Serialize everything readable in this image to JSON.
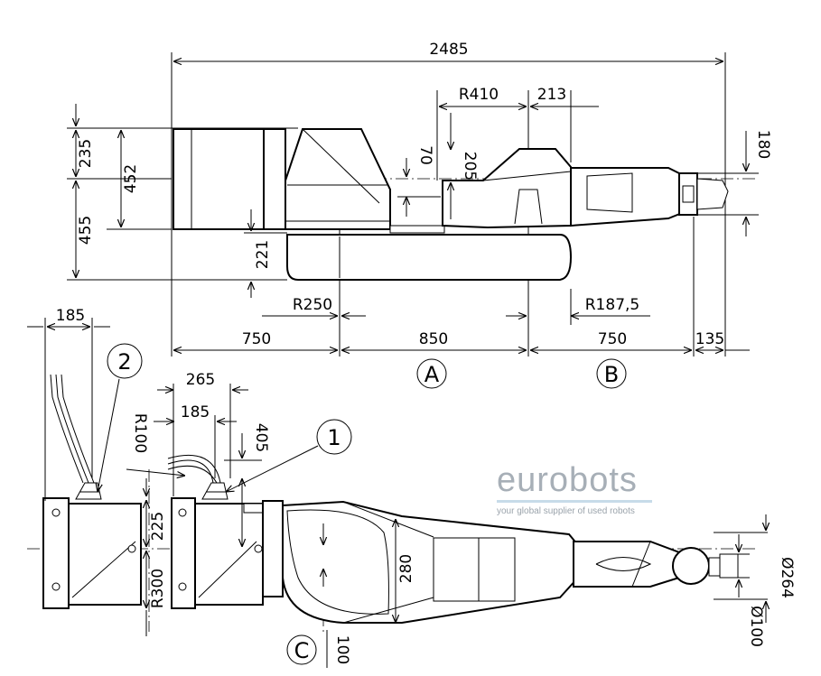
{
  "dimensions": {
    "overall": "2485",
    "r410": "R410",
    "d213": "213",
    "d180": "180",
    "d235": "235",
    "d452": "452",
    "d455": "455",
    "d70": "70",
    "d205": "205",
    "d221": "221",
    "r250": "R250",
    "r187": "R187,5",
    "d750a": "750",
    "d850": "850",
    "d750b": "750",
    "d135": "135",
    "d185a": "185",
    "d265": "265",
    "r100": "R100",
    "d185b": "185",
    "d405": "405",
    "d225": "225",
    "r300": "R300",
    "d280": "280",
    "d100": "100",
    "dia264": "Ø264",
    "dia100": "Ø100"
  },
  "callouts": {
    "one": "1",
    "two": "2",
    "a": "A",
    "b": "B",
    "c": "C"
  },
  "logo": {
    "name": "eurobots",
    "tagline": "your global supplier of used robots"
  }
}
